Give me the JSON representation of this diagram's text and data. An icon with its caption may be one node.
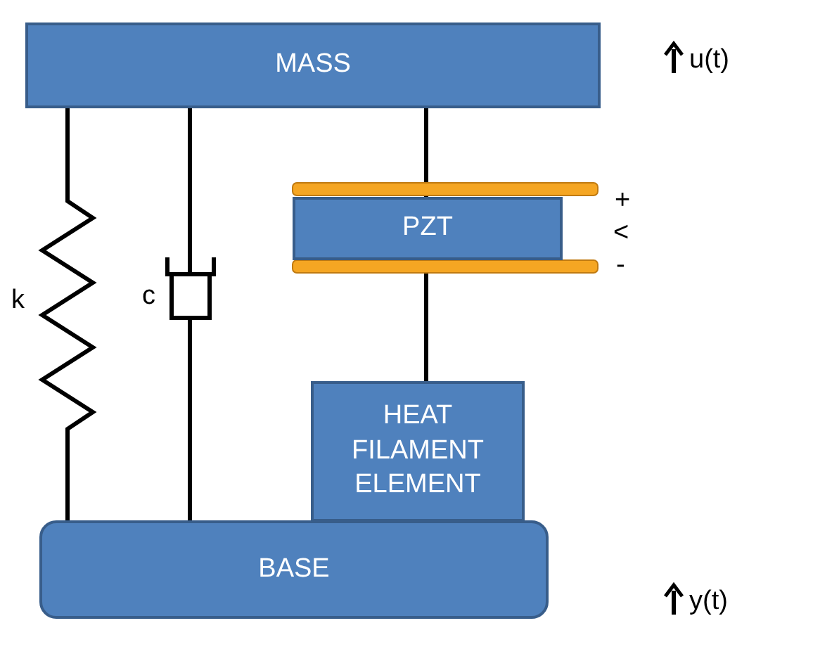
{
  "diagram": {
    "nodes": [
      {
        "text": [
          "MASS"
        ]
      },
      {
        "text": [
          "PZT"
        ]
      },
      {
        "text": [
          "HEAT FILAMENT ELEMENT"
        ]
      },
      {
        "text": [
          "BASE"
        ]
      }
    ],
    "edges": [
      {
        "from": 0,
        "to": 3,
        "arrow": "none"
      },
      {
        "from": 0,
        "to": 3,
        "arrow": "none"
      },
      {
        "from": 0,
        "to": 1,
        "arrow": "none"
      },
      {
        "from": 1,
        "to": 2,
        "arrow": "none"
      }
    ],
    "labels": [
      "u(t)",
      "+",
      "<",
      "-",
      "k",
      "c",
      "y(t)"
    ]
  }
}
